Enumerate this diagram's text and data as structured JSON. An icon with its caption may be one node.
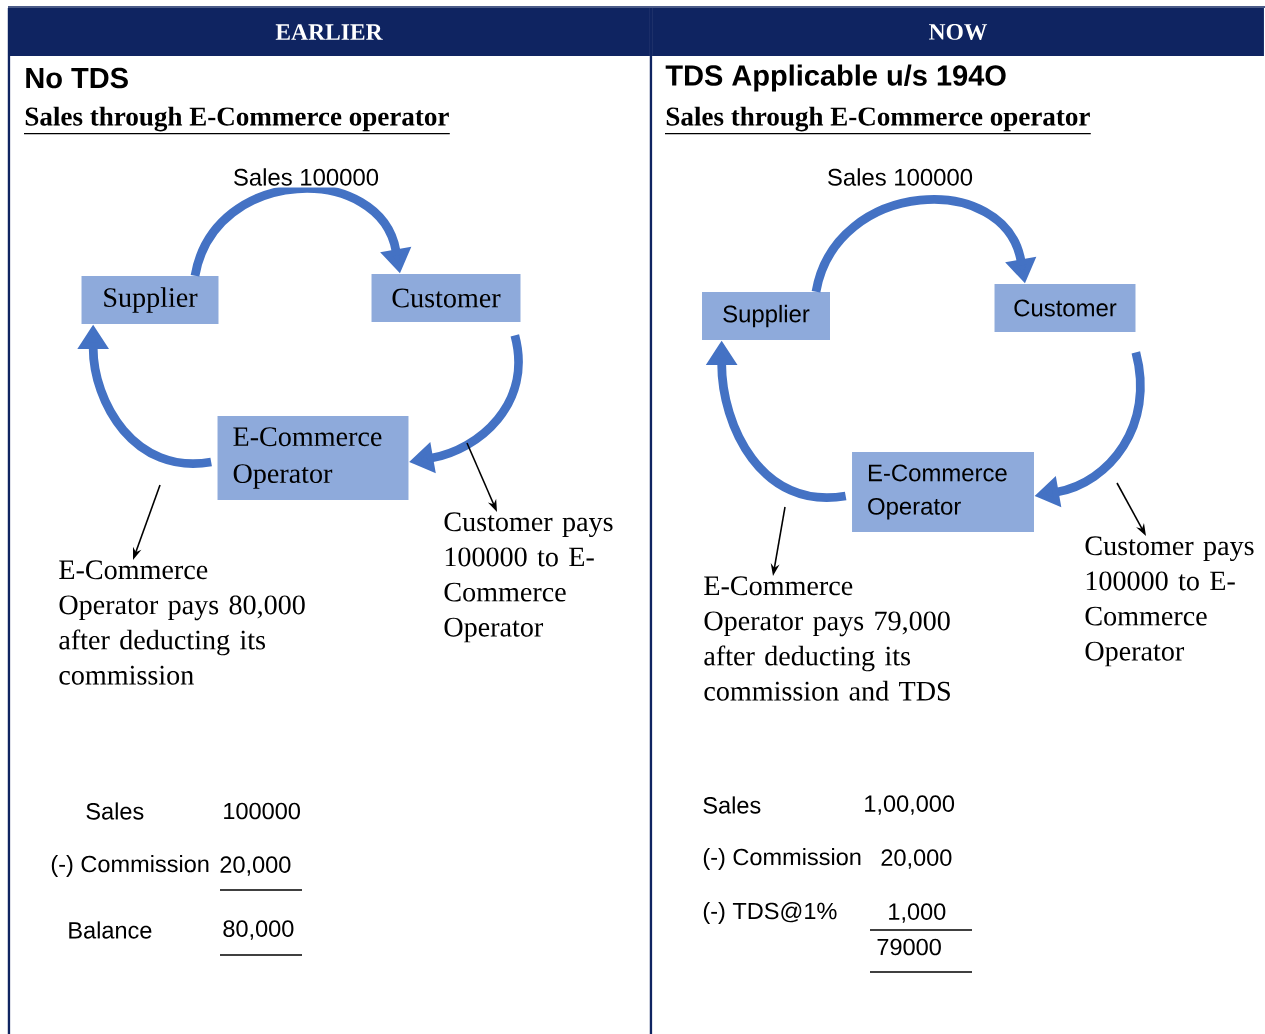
{
  "diagram": {
    "nodes": [
      {
        "text": [
          "EARLIER"
        ]
      },
      {
        "text": [
          "NOW"
        ]
      },
      {
        "text": [
          "Supplier"
        ]
      },
      {
        "text": [
          "Customer"
        ]
      },
      {
        "text": [
          "E-Commerce Operator"
        ]
      },
      {
        "text": [
          "E-Commerce Operator pays 80,000 after deducting its commission"
        ]
      },
      {
        "text": [
          "Customer pays 100000 to E-Commerce Operator"
        ]
      },
      {
        "text": [
          "Supplier"
        ]
      },
      {
        "text": [
          "Customer"
        ]
      },
      {
        "text": [
          "E-Commerce Operator"
        ]
      },
      {
        "text": [
          "E-Commerce Operator pays 79,000 after deducting its commission and TDS"
        ]
      },
      {
        "text": [
          "Customer pays 100000 to E-Commerce Operator"
        ]
      }
    ],
    "edges": [
      {
        "from": 2,
        "to": 3,
        "arrow": "to",
        "label": "Sales 100000"
      },
      {
        "from": 3,
        "to": 4,
        "arrow": "to"
      },
      {
        "from": 4,
        "to": 2,
        "arrow": "to"
      },
      {
        "from": null,
        "to": 5,
        "arrow": "to",
        "color": "#000000"
      },
      {
        "from": null,
        "to": 6,
        "arrow": "to",
        "color": "#000000"
      },
      {
        "from": 7,
        "to": 8,
        "arrow": "to",
        "label": "Sales 100000"
      },
      {
        "from": 8,
        "to": 9,
        "arrow": "to"
      },
      {
        "from": 9,
        "to": 7,
        "arrow": "to"
      },
      {
        "from": null,
        "to": 10,
        "arrow": "to",
        "color": "#000000"
      },
      {
        "from": null,
        "to": 11,
        "arrow": "to",
        "color": "#000000"
      }
    ],
    "labels": [
      "No TDS",
      "Sales through E-Commerce operator",
      "Sales",
      "100000",
      "(-) Commission",
      "20,000",
      "Balance",
      "80,000",
      "TDS Applicable u/s 194O",
      "Sales through E-Commerce operator",
      "Sales",
      "1,00,000",
      "(-) Commission",
      "20,000",
      "(-) TDS@1%",
      "1,000",
      "79000"
    ]
  }
}
